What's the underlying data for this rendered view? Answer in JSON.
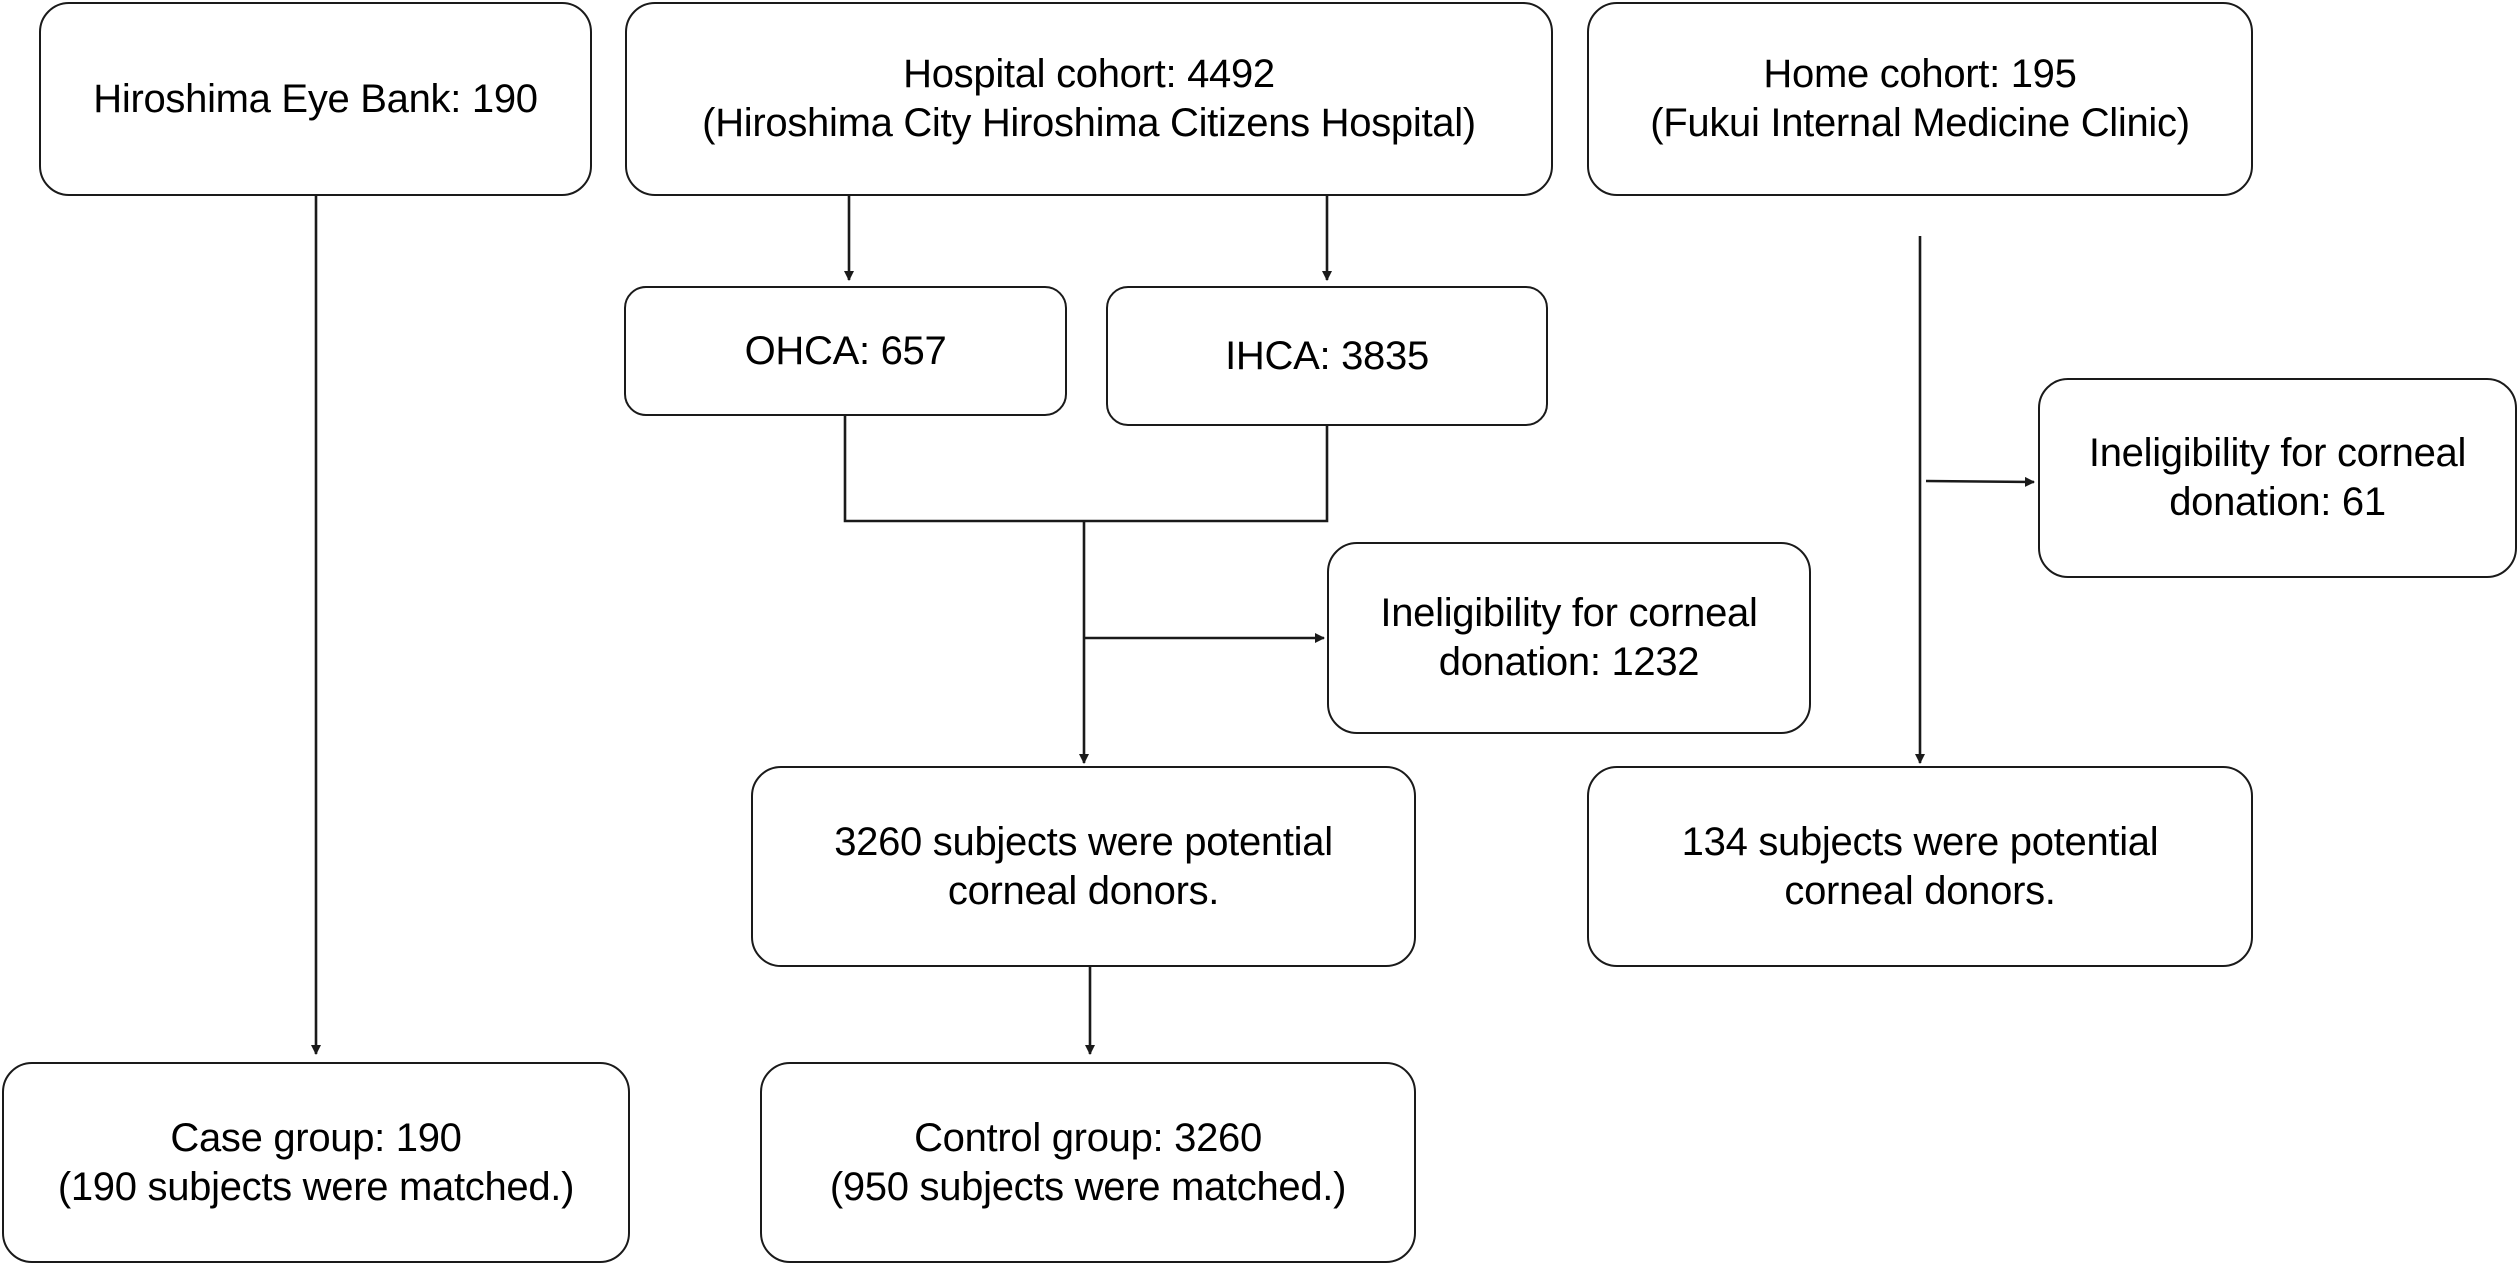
{
  "boxes": {
    "eye_bank": {
      "lines": [
        "Hiroshima Eye Bank: 190"
      ]
    },
    "hospital_cohort": {
      "lines": [
        "Hospital cohort: 4492",
        "(Hiroshima City Hiroshima Citizens Hospital)"
      ]
    },
    "home_cohort": {
      "lines": [
        "Home cohort: 195",
        "(Fukui Internal Medicine Clinic)"
      ]
    },
    "ohca": {
      "lines": [
        "OHCA: 657"
      ]
    },
    "ihca": {
      "lines": [
        "IHCA: 3835"
      ]
    },
    "home_ineligible": {
      "lines": [
        "Ineligibility for corneal",
        "donation: 61"
      ]
    },
    "hospital_ineligible": {
      "lines": [
        "Ineligibility for corneal",
        "donation: 1232"
      ]
    },
    "hospital_potential": {
      "lines": [
        "3260 subjects were potential",
        "corneal donors."
      ]
    },
    "home_potential": {
      "lines": [
        "134 subjects were potential",
        "corneal donors."
      ]
    },
    "case_group": {
      "lines": [
        "Case group: 190",
        "(190 subjects were matched.)"
      ]
    },
    "control_group": {
      "lines": [
        "Control group: 3260",
        "(950 subjects were matched.)"
      ]
    }
  },
  "colors": {
    "stroke": "#1a1a1a",
    "text": "#000000",
    "background": "#ffffff"
  }
}
